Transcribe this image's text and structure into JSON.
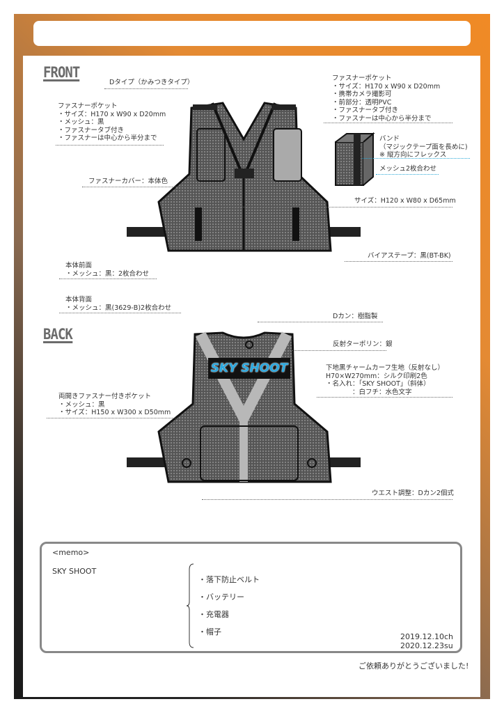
{
  "front": {
    "heading": "FRONT",
    "d_type": "Dタイプ（かみつきタイプ）",
    "left_pocket": [
      "ファスナーポケット",
      "・サイズ：H170 x W90 x D20mm",
      "・メッシュ：黒",
      "・ファスナータブ付き",
      "・ファスナーは中心から半分まで"
    ],
    "right_pocket": [
      "ファスナーポケット",
      "・サイズ：H170 x W90 x D20mm",
      "・携帯カメラ撮影可",
      "・前部分：透明PVC",
      "・ファスナータブ付き",
      "・ファスナーは中心から半分まで"
    ],
    "band": [
      "バンド",
      "（マジックテープ面を長めに)",
      "※ 縦方向にフレックス"
    ],
    "mesh2": "メッシュ2枚合わせ",
    "size": "サイズ：H120 x W80 x D65mm",
    "zip_cover": "ファスナーカバー：本体色",
    "bias_tape": "バイアステープ：黒(BT-BK)",
    "body_front": [
      "本体前面",
      "・メッシュ：黒：2枚合わせ"
    ]
  },
  "back": {
    "heading": "BACK",
    "body_back": [
      "本体背面",
      "・メッシュ：黒(3629-B)2枚合わせ"
    ],
    "d_ring": "Dカン：樹脂製",
    "reflect": "反射ターポリン：銀",
    "patch_label": "SKY SHOOT",
    "patch": [
      "下地黒チャームカーフ生地（反射なし）",
      "H70×W270mm：シルク印刷2色",
      "・名入れ：「SKY SHOOT」（斜体）",
      "　　　　：白フチ：水色文字"
    ],
    "pocket": [
      "両開きファスナー付きポケット",
      "・メッシュ：黒",
      "・サイズ：H150 x W300 x D50mm"
    ],
    "waist": "ウエスト調整：Dカン2個式"
  },
  "memo": {
    "title": "<memo>",
    "name": "SKY SHOOT",
    "items": [
      "・落下防止ベルト",
      "・バッテリー",
      "・充電器",
      "・帽子"
    ],
    "dates": [
      "2019.12.10ch",
      "2020.12.23su"
    ]
  },
  "thanks": "ご依頼ありがとうございました!",
  "colors": {
    "accent": "#f08a25",
    "patch_text": "#29a8e0"
  }
}
